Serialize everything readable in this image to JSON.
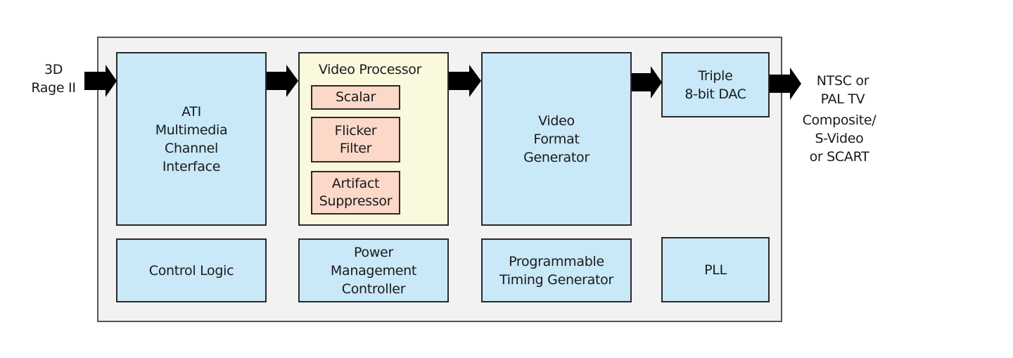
{
  "diagram": {
    "input_label": "3D\nRage II",
    "output_label_1": "NTSC or\nPAL TV",
    "output_label_2": "Composite/\nS-Video\nor SCART",
    "colors": {
      "chip_bg": "#f2f2f2",
      "block_blue": "#c9e8f8",
      "processor_yellow": "#fbf9dd",
      "sub_block_salmon": "#fbd8c8",
      "arrow": "#000000"
    },
    "blocks": {
      "multimedia_channel": "ATI\nMultimedia\nChannel\nInterface",
      "video_processor": "Video Processor",
      "scalar": "Scalar",
      "flicker_filter": "Flicker\nFilter",
      "artifact_suppressor": "Artifact\nSuppressor",
      "video_format_generator": "Video\nFormat\nGenerator",
      "triple_dac": "Triple\n8-bit DAC",
      "control_logic": "Control Logic",
      "power_management": "Power\nManagement\nController",
      "timing_generator": "Programmable\nTiming Generator",
      "pll": "PLL"
    },
    "flow": [
      {
        "from": "3D Rage II",
        "to": "ATI Multimedia Channel Interface"
      },
      {
        "from": "ATI Multimedia Channel Interface",
        "to": "Video Processor"
      },
      {
        "from": "Video Processor",
        "to": "Video Format Generator"
      },
      {
        "from": "Video Format Generator",
        "to": "Triple 8-bit DAC"
      },
      {
        "from": "Triple 8-bit DAC",
        "to": "NTSC or PAL TV"
      }
    ]
  }
}
